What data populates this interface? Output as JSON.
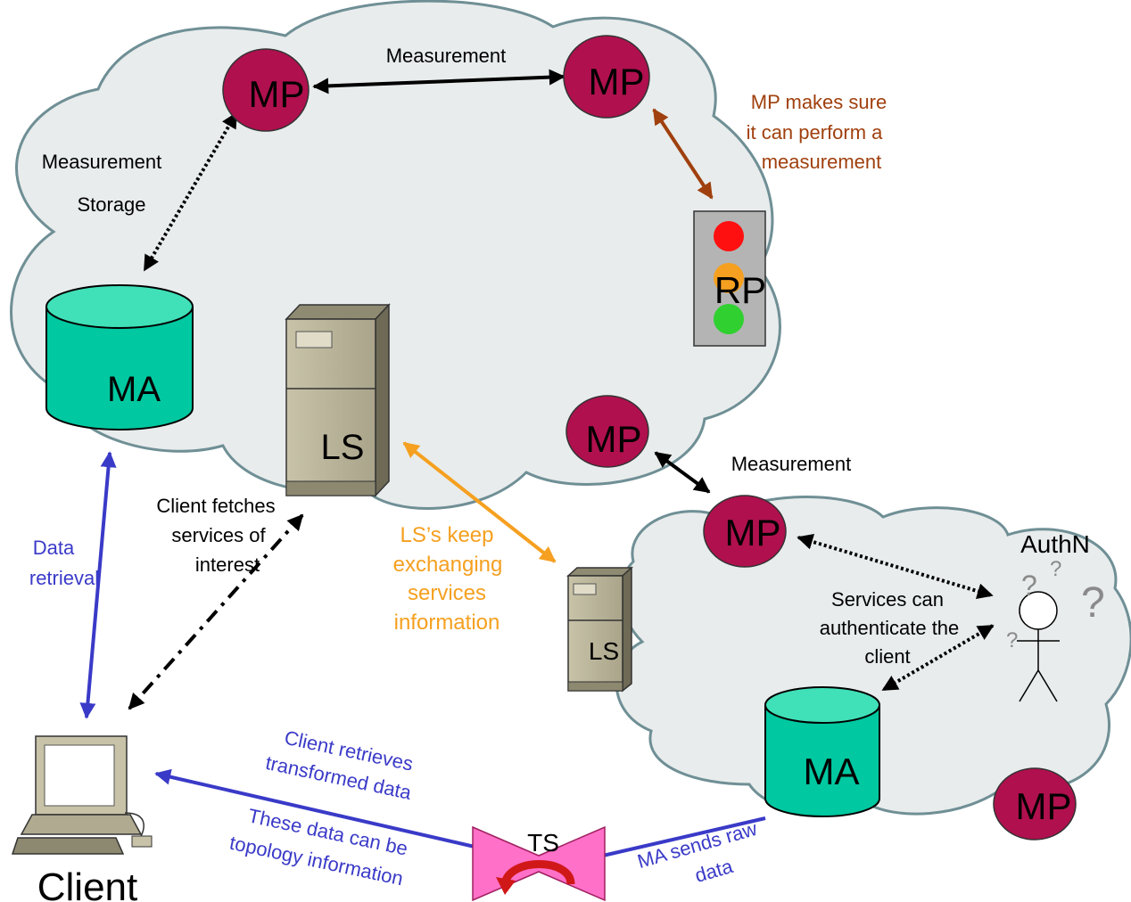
{
  "nodes": {
    "mp_top_left": "MP",
    "mp_top_right": "MP",
    "mp_mid": "MP",
    "mp_lower": "MP",
    "mp_bottom_right": "MP",
    "rp": "RP",
    "ma_left": "MA",
    "ma_right": "MA",
    "ls_main": "LS",
    "ls_small": "LS",
    "ts": "TS",
    "client": "Client",
    "authn": "AuthN"
  },
  "labels": {
    "measurement_top": "Measurement",
    "measurement_storage_1": "Measurement",
    "measurement_storage_2": "Storage",
    "mp_makes_sure_1": "MP  makes sure",
    "mp_makes_sure_2": "it can perform a",
    "mp_makes_sure_3": "measurement",
    "measurement_lower": "Measurement",
    "client_fetches_1": "Client  fetches",
    "client_fetches_2": "services of",
    "client_fetches_3": "interest",
    "data_retrieval_1": "Data",
    "data_retrieval_2": "retrieval",
    "ls_keep_1": "LS’s keep",
    "ls_keep_2": "exchanging",
    "ls_keep_3": "services",
    "ls_keep_4": "information",
    "services_auth_1": "Services can",
    "services_auth_2": "authenticate the",
    "services_auth_3": "client",
    "client_retrieves_1": "Client  retrieves",
    "client_retrieves_2": "transformed data",
    "these_data_1": "These  data  can be",
    "these_data_2": "topology  information",
    "ma_sends_1": "MA  sends raw",
    "ma_sends_2": "data"
  },
  "colors": {
    "mp_fill": "#b0104e",
    "ma_fill": "#00c8a0",
    "cloud_fill": "#e8ecec",
    "cloud_stroke": "#6f8f95",
    "blue": "#3a3ac8",
    "orange": "#f5a020",
    "brown": "#a0400e",
    "ts_fill": "#ff70c8"
  }
}
